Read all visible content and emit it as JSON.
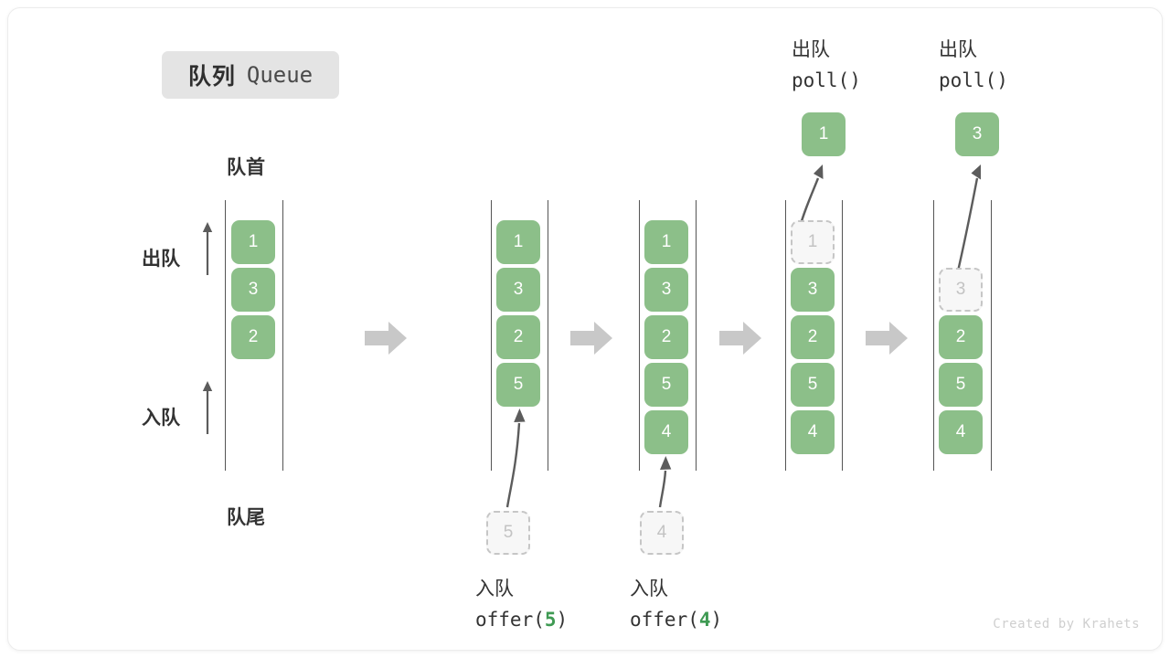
{
  "title": {
    "cn": "队列",
    "en": "Queue"
  },
  "legend": {
    "head_label": "队首",
    "tail_label": "队尾",
    "dequeue_label": "出队",
    "enqueue_label": "入队"
  },
  "watermark": "Created by Krahets",
  "colors": {
    "element_fill": "#8cbf89",
    "element_text": "#ffffff",
    "ghost_fill": "#f7f7f7",
    "ghost_border": "#c6c6c6",
    "ghost_text": "#c3c3c3",
    "rail": "#555555",
    "arrow": "#5c5c5c",
    "separator_arrow": "#c8c8c8",
    "badge_bg": "#e4e4e4",
    "accent_number": "#3f9a53",
    "text": "#333333"
  },
  "stages": [
    {
      "id": "initial",
      "cells": [
        "1",
        "3",
        "2"
      ],
      "ghost_top": null,
      "bottom_ghost": null,
      "op_cn": null,
      "op_code": null,
      "op_arg": null,
      "popped": null,
      "pop_cn": null,
      "pop_code": null
    },
    {
      "id": "offer-5",
      "cells": [
        "1",
        "3",
        "2",
        "5"
      ],
      "ghost_top": null,
      "bottom_ghost": "5",
      "op_cn": "入队",
      "op_code_prefix": "offer(",
      "op_arg": "5",
      "op_code_suffix": ")",
      "popped": null,
      "pop_cn": null,
      "pop_code": null
    },
    {
      "id": "offer-4",
      "cells": [
        "1",
        "3",
        "2",
        "5",
        "4"
      ],
      "ghost_top": null,
      "bottom_ghost": "4",
      "op_cn": "入队",
      "op_code_prefix": "offer(",
      "op_arg": "4",
      "op_code_suffix": ")",
      "popped": null,
      "pop_cn": null,
      "pop_code": null
    },
    {
      "id": "poll-1",
      "cells": [
        "3",
        "2",
        "5",
        "4"
      ],
      "ghost_top": "1",
      "bottom_ghost": null,
      "op_cn": null,
      "op_code": null,
      "op_arg": null,
      "popped": "1",
      "pop_cn": "出队",
      "pop_code": "poll()"
    },
    {
      "id": "poll-3",
      "cells": [
        "2",
        "5",
        "4"
      ],
      "ghost_top": "3",
      "bottom_ghost": null,
      "op_cn": null,
      "op_code": null,
      "op_arg": null,
      "popped": "3",
      "pop_cn": "出队",
      "pop_code": "poll()"
    }
  ],
  "separators": [
    "separator-1",
    "separator-2",
    "separator-3",
    "separator-4"
  ]
}
